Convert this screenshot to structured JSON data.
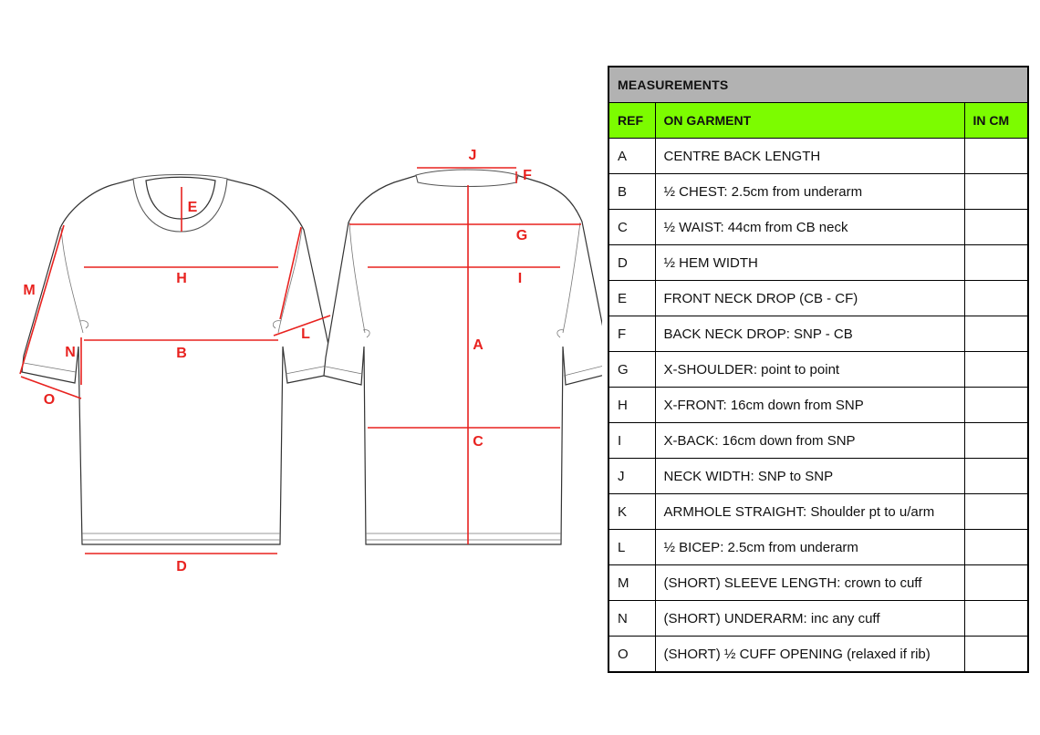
{
  "table": {
    "title": "MEASUREMENTS",
    "headers": {
      "ref": "REF",
      "on_garment": "ON GARMENT",
      "unit": "IN CM"
    },
    "rows": [
      {
        "ref": "A",
        "description": "CENTRE BACK LENGTH",
        "value": ""
      },
      {
        "ref": "B",
        "description": "½ CHEST: 2.5cm from underarm",
        "value": ""
      },
      {
        "ref": "C",
        "description": "½ WAIST: 44cm from CB neck",
        "value": ""
      },
      {
        "ref": "D",
        "description": "½ HEM WIDTH",
        "value": ""
      },
      {
        "ref": "E",
        "description": "FRONT NECK DROP (CB - CF)",
        "value": ""
      },
      {
        "ref": "F",
        "description": "BACK NECK DROP: SNP - CB",
        "value": ""
      },
      {
        "ref": "G",
        "description": "X-SHOULDER: point to point",
        "value": ""
      },
      {
        "ref": "H",
        "description": "X-FRONT: 16cm down from SNP",
        "value": ""
      },
      {
        "ref": "I",
        "description": "X-BACK: 16cm down from SNP",
        "value": ""
      },
      {
        "ref": "J",
        "description": "NECK WIDTH: SNP to SNP",
        "value": ""
      },
      {
        "ref": "K",
        "description": "ARMHOLE STRAIGHT: Shoulder pt to u/arm",
        "value": ""
      },
      {
        "ref": "L",
        "description": "½ BICEP: 2.5cm from underarm",
        "value": ""
      },
      {
        "ref": "M",
        "description": "(SHORT) SLEEVE LENGTH: crown to cuff",
        "value": ""
      },
      {
        "ref": "N",
        "description": "(SHORT) UNDERARM: inc any cuff",
        "value": ""
      },
      {
        "ref": "O",
        "description": "(SHORT) ½ CUFF OPENING (relaxed if rib)",
        "value": ""
      }
    ]
  },
  "diagram": {
    "front_labels": {
      "E": "E",
      "H": "H",
      "B": "B",
      "D": "D",
      "M": "M",
      "N": "N",
      "O": "O",
      "L": "L"
    },
    "back_labels": {
      "J": "J",
      "F": "F",
      "G": "G",
      "I": "I",
      "A": "A",
      "C": "C"
    }
  },
  "colors": {
    "measure_line": "#e8221f",
    "header_green": "#7cfc00",
    "title_grey": "#b2b2b2"
  }
}
